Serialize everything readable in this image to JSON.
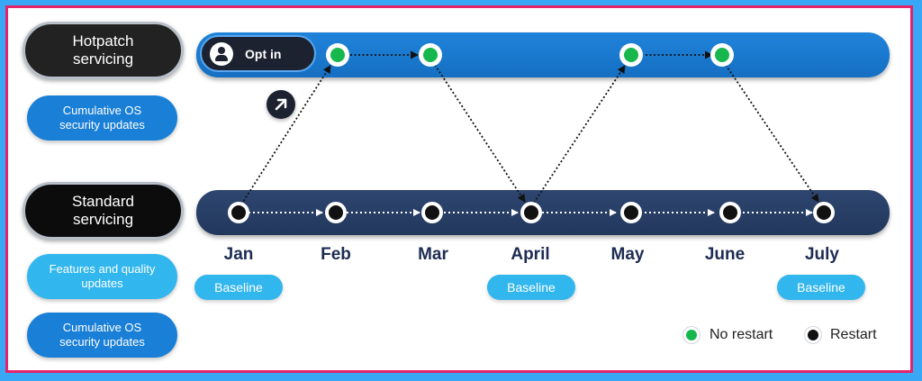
{
  "labels": {
    "hotpatch": "Hotpatch servicing",
    "hot_updates": "Cumulative OS security updates",
    "standard": "Standard servicing",
    "features": "Features and quality updates",
    "std_updates": "Cumulative OS security updates"
  },
  "opt_in": {
    "label": "Opt in",
    "icon": "user-icon"
  },
  "months": [
    "Jan",
    "Feb",
    "Mar",
    "April",
    "May",
    "June",
    "July"
  ],
  "baseline_label": "Baseline",
  "baseline_months": [
    "Jan",
    "April",
    "July"
  ],
  "hotpatch_months": [
    "Feb",
    "Mar",
    "May",
    "June"
  ],
  "legend": {
    "no_restart": "No restart",
    "restart": "Restart"
  },
  "colors": {
    "background": "#38a7f5",
    "frame": "#e3236a",
    "hotpatch_track": "#1a7ad4",
    "standard_track": "#273e66",
    "no_restart": "#16b84e",
    "restart": "#111111"
  }
}
